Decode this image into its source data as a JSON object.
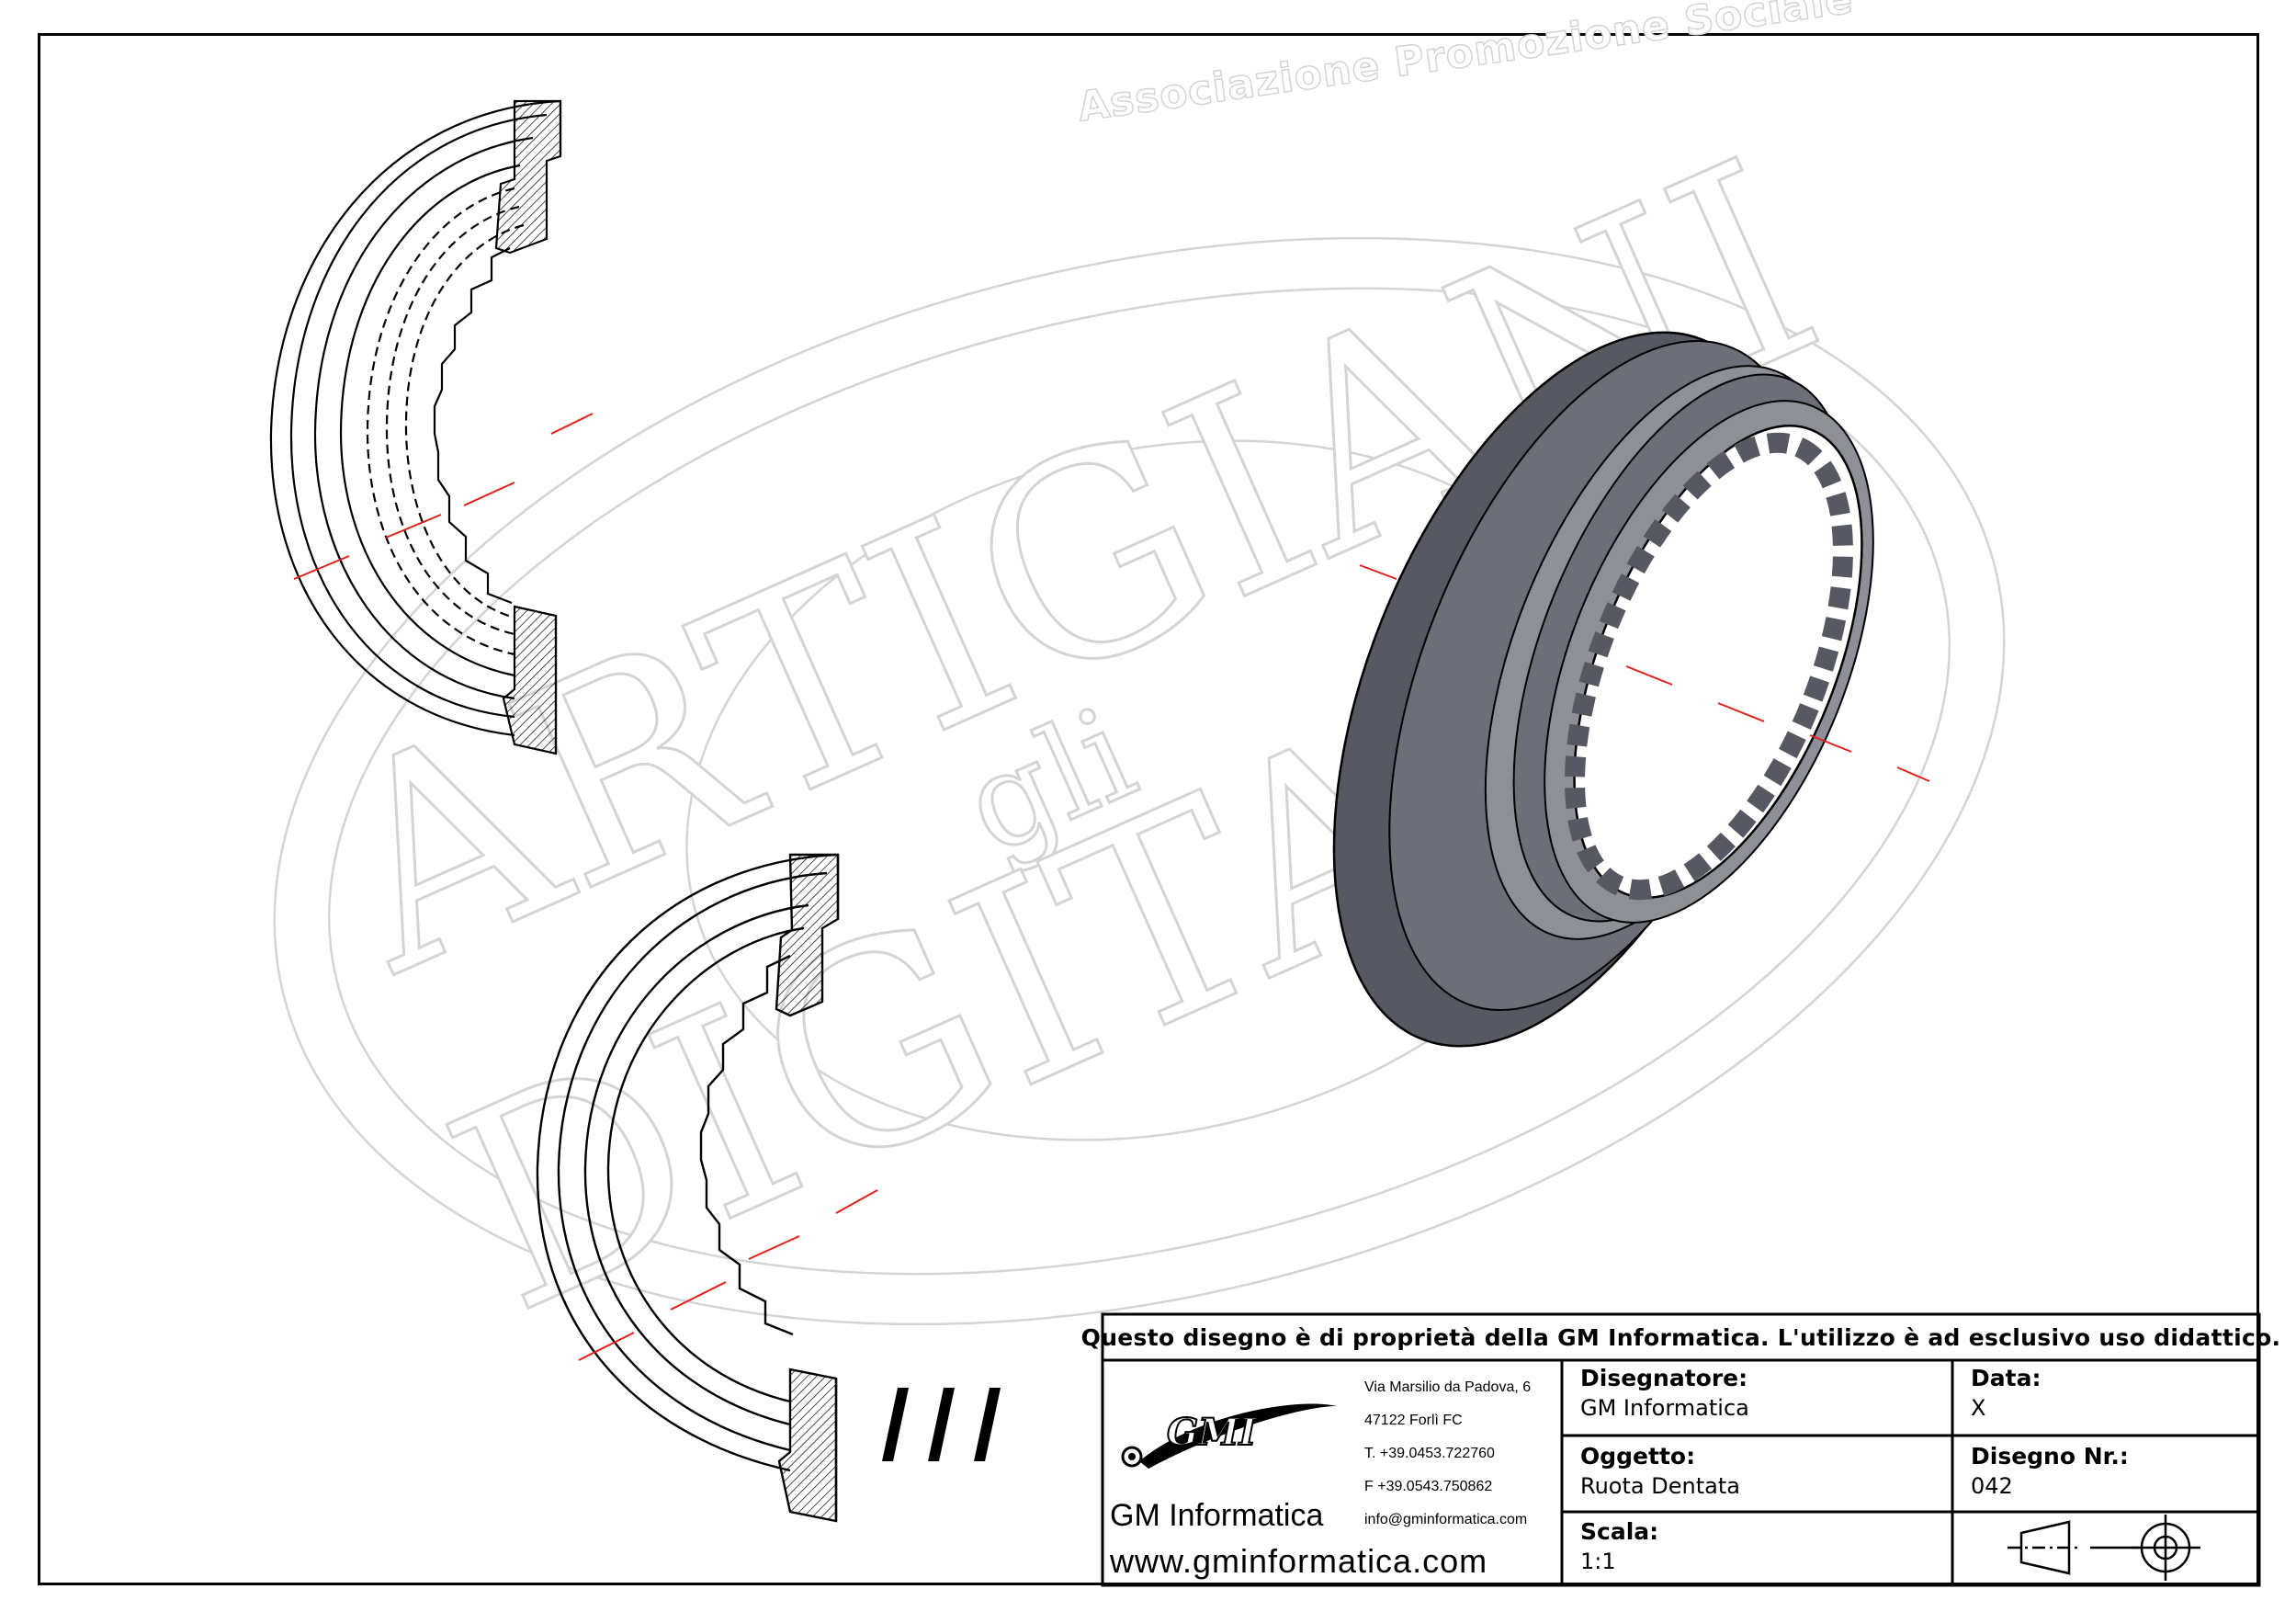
{
  "watermark": {
    "top_text": "Associazione Promozione Sociale",
    "word_1": "ARTIGIANI",
    "word_2": "gli",
    "word_3": "DIGITALI"
  },
  "title_block": {
    "notice": "Questo disegno è di proprietà della GM Informatica. L'utilizzo è ad esclusivo uso didattico.",
    "logo_text": "GMI",
    "company_name": "GM Informatica",
    "website": "www.gminformatica.com",
    "address": [
      "Via Marsilio da Padova, 6",
      "47122  Forlì  FC",
      "T. +39.0453.722760",
      "F +39.0543.750862",
      "info@gminformatica.com"
    ],
    "designer_label": "Disegnatore:",
    "designer_value": "GM  Informatica",
    "date_label": "Data:",
    "date_value": "X",
    "object_label": "Oggetto:",
    "object_value": "Ruota  Dentata",
    "drawing_no_label": "Disegno  Nr.:",
    "drawing_no_value": "042",
    "scale_label": "Scala:",
    "scale_value": "1:1"
  },
  "colors": {
    "line": "#000000",
    "axis": "#e0201a",
    "watermark": "#d4d4d4",
    "solid_dark": "#565862",
    "solid_mid": "#6c6e78",
    "solid_light": "#8e9098"
  },
  "views": [
    {
      "kind": "section-view-hidden-lines"
    },
    {
      "kind": "section-view"
    },
    {
      "kind": "shaded-3d-view"
    }
  ]
}
